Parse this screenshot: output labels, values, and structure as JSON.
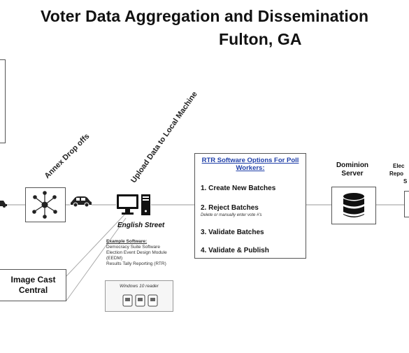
{
  "title": {
    "line1": "Voter Data Aggregation and Dissemination",
    "line2": "Fulton, GA"
  },
  "labels": {
    "annex": "Annex Drop offs",
    "upload": "Upload Data to Local Machine",
    "english_street": "English Street",
    "image_cast": "Image Cast Central",
    "dominion_server": "Dominion Server",
    "elec_partial_1": "Elec",
    "elec_partial_2": "Repo",
    "elec_partial_3": "S"
  },
  "example_software": {
    "heading": "Example Software:",
    "lines": [
      "Democracy Suite Software",
      "Election Event Design Module",
      "(EEDM)",
      "Results Tally Reporting (RTR)"
    ]
  },
  "reader": {
    "label": "Windows 10 reader"
  },
  "rtr": {
    "title": "RTR Software Options For Poll Workers:",
    "steps": [
      "1.  Create New Batches",
      "2.  Reject Batches",
      "3.  Validate Batches",
      "4.  Validate & Publish"
    ],
    "reject_note": "Delete or manually enter vote #'s"
  },
  "icons": {
    "hub": "network-hub-icon",
    "car": "car-icon",
    "computer": "desktop-computer-icon",
    "database": "database-icon"
  }
}
